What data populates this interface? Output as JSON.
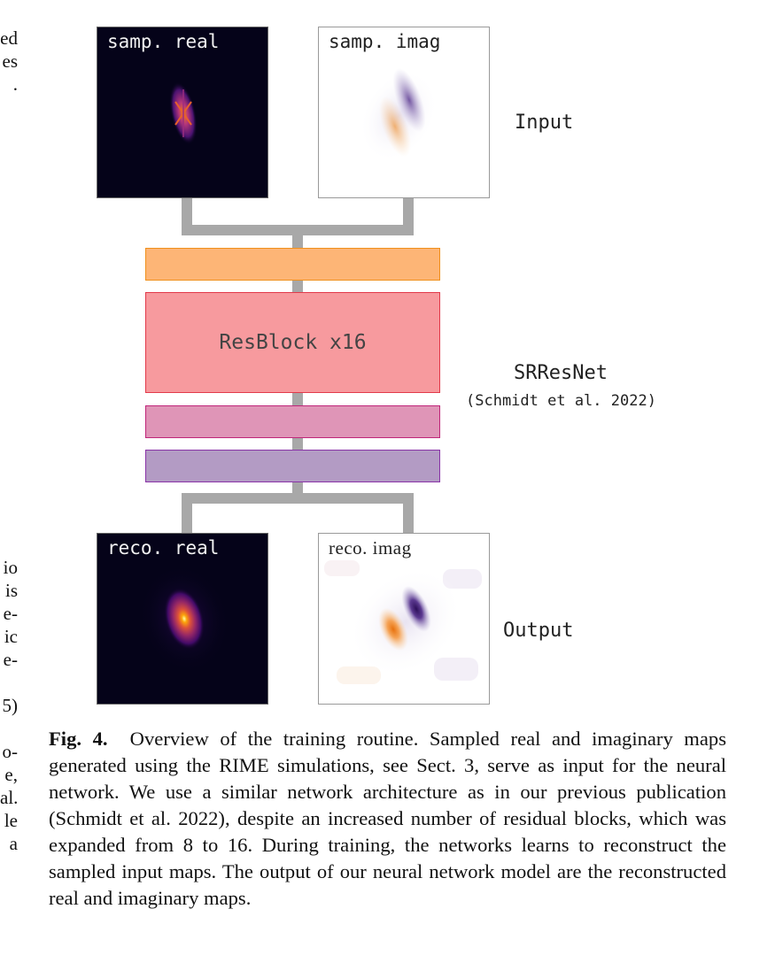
{
  "margin_text": {
    "top": [
      "ed",
      "es",
      "."
    ],
    "bottom": [
      "io",
      "is",
      "e-",
      "ic",
      "e-",
      "",
      "5)",
      "",
      "o-",
      "e,",
      "al.",
      "le",
      "a"
    ]
  },
  "figure": {
    "input_panels": {
      "real_label": "samp. real",
      "imag_label": "samp. imag"
    },
    "input_label": "Input",
    "resblock_label": "ResBlock x16",
    "network_label": "SRResNet",
    "network_citation": "(Schmidt et al. 2022)",
    "output_panels": {
      "real_label": "reco. real",
      "imag_label": "reco. imag"
    },
    "output_label": "Output",
    "colors": {
      "block_orange_fill": "#fdb576",
      "block_orange_border": "#f0901c",
      "block_red_fill": "#f79a9e",
      "block_red_border": "#e23a4a",
      "block_pink_fill": "#df95b7",
      "block_pink_border": "#c0267a",
      "block_purple_fill": "#b39bc4",
      "block_purple_border": "#8a34a8",
      "connector": "#a8a8a8"
    }
  },
  "caption": {
    "label": "Fig. 4.",
    "text": "Overview of the training routine. Sampled real and imaginary maps generated using the RIME simulations, see Sect. 3, serve as input for the neural network. We use a similar network architecture as in our previous publication (Schmidt et al. 2022), despite an increased number of residual blocks, which was expanded from 8 to 16. During training, the networks learns to reconstruct the sampled input maps. The output of our neural network model are the reconstructed real and imaginary maps."
  }
}
